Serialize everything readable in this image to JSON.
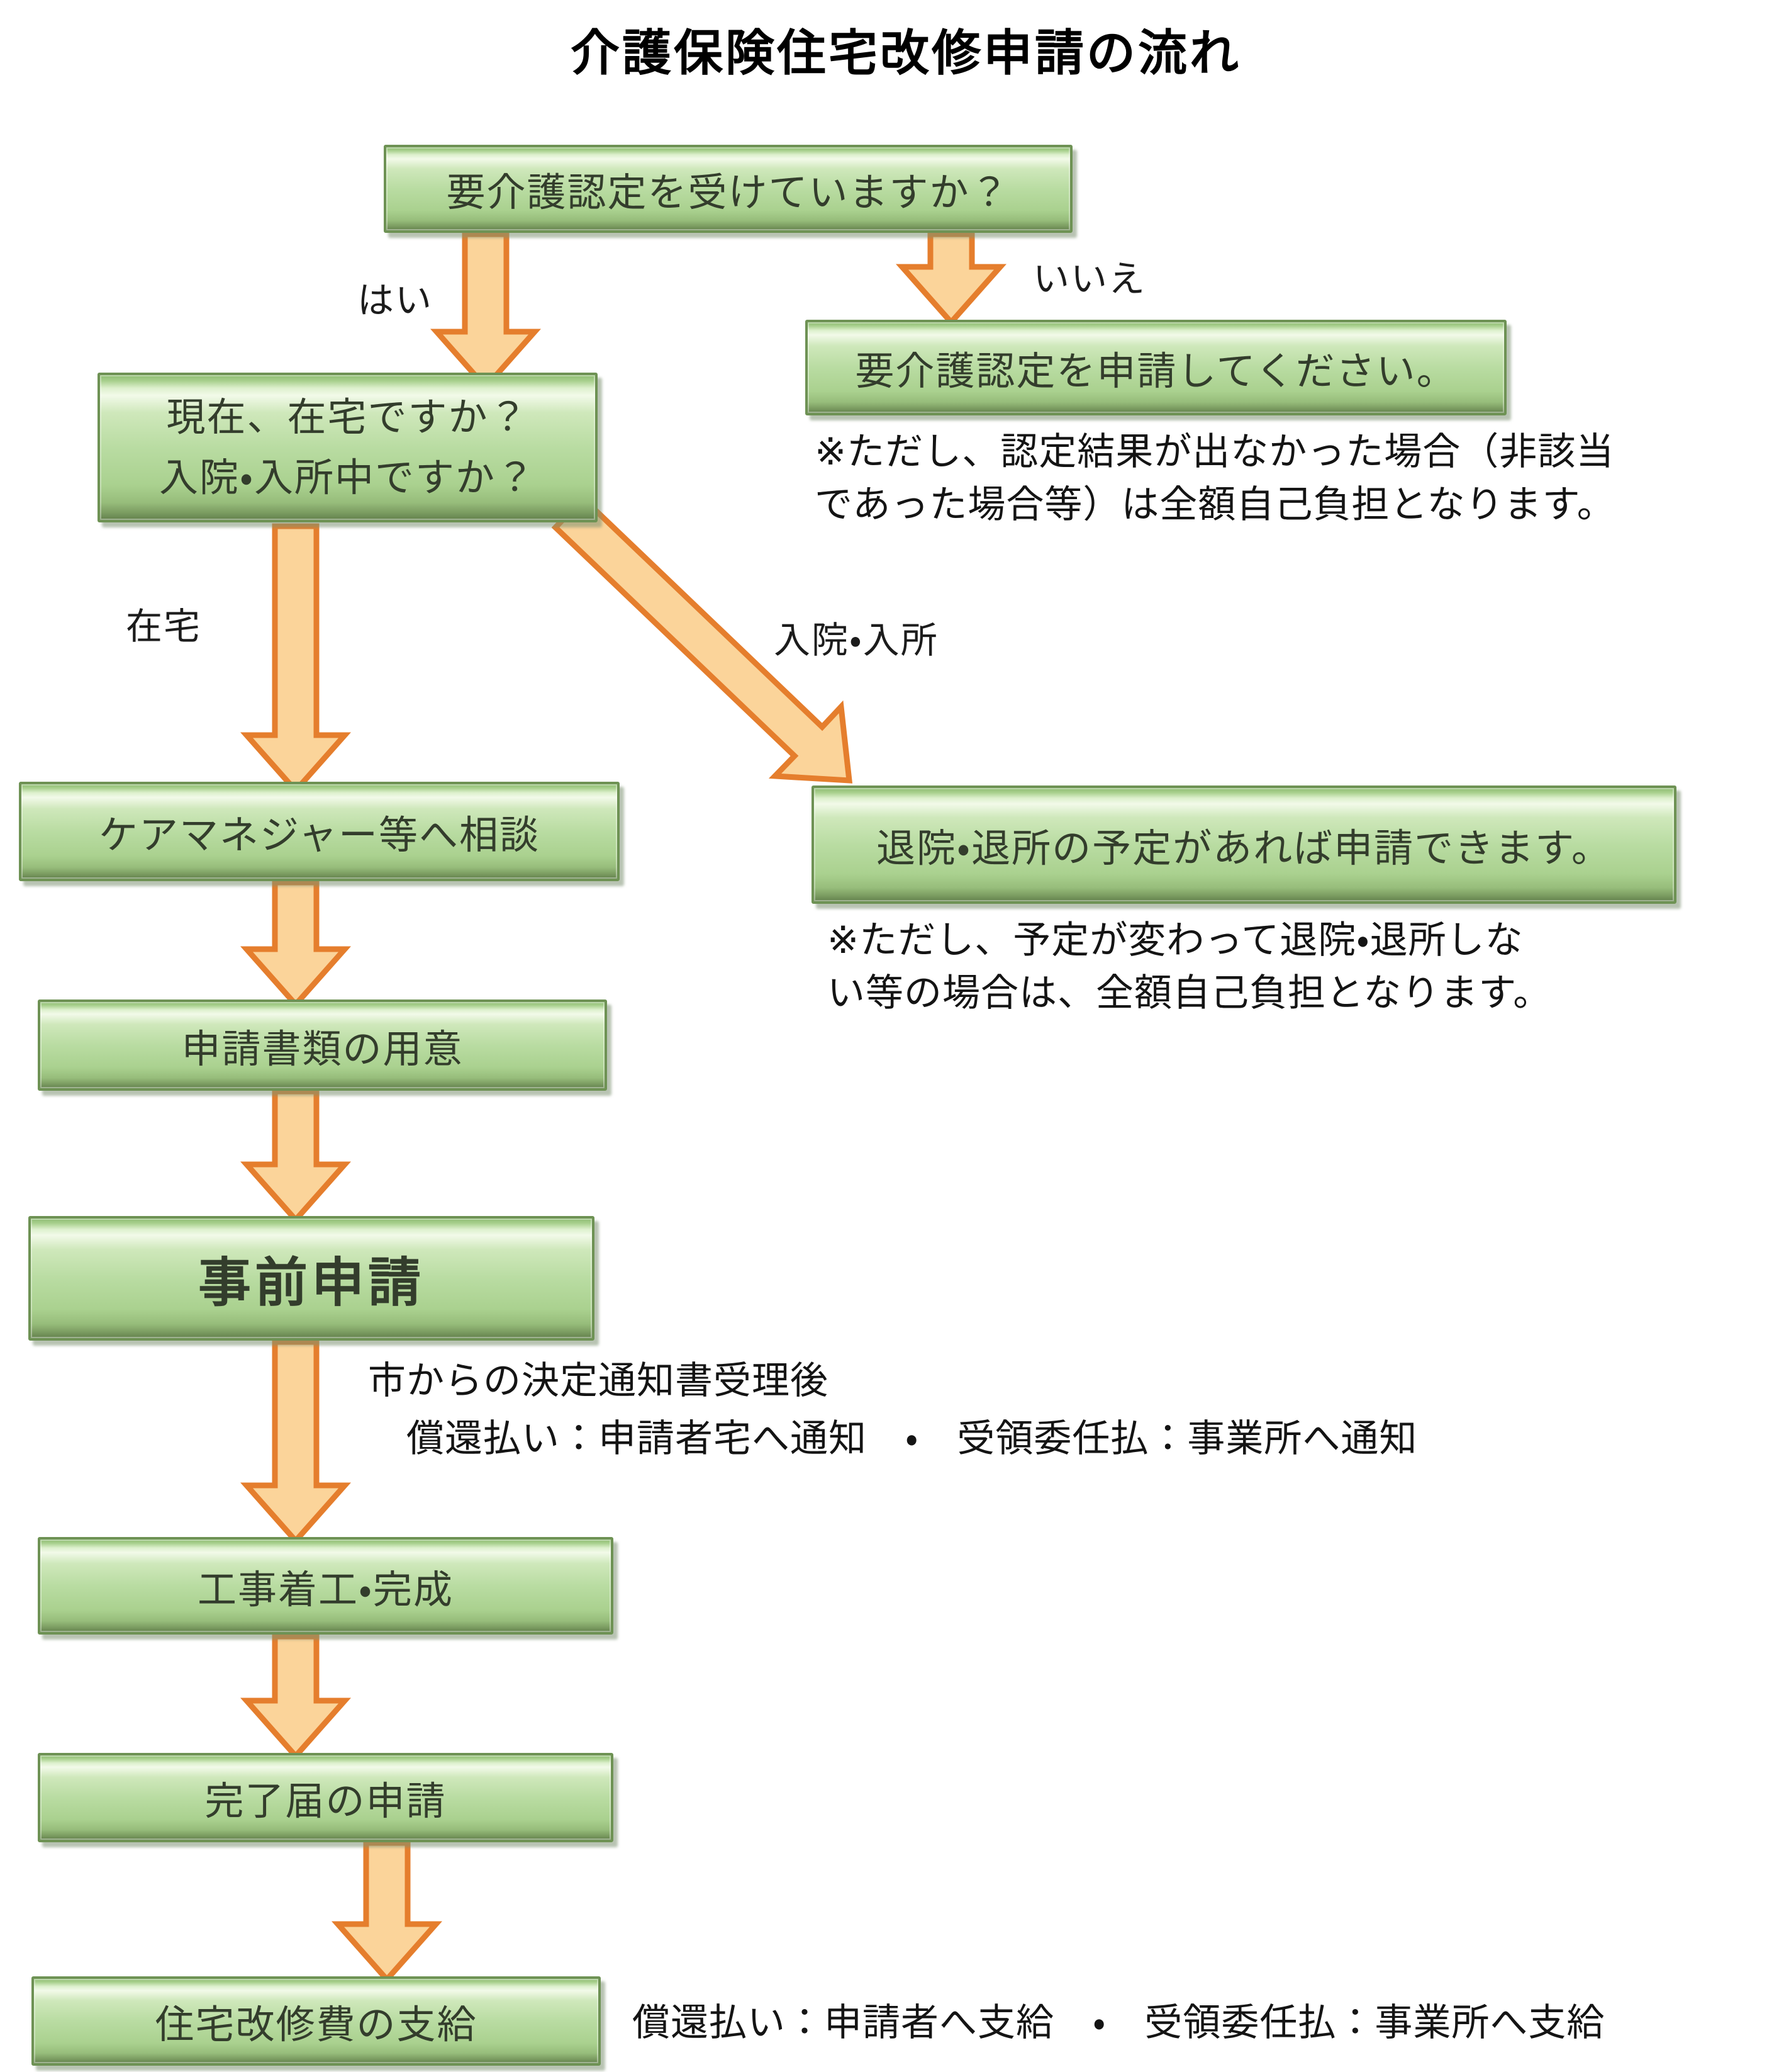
{
  "title": "介護保険住宅改修申請の流れ",
  "colors": {
    "box_fill": "#b9dca2",
    "box_border": "#6e9254",
    "arrow_fill": "#fbd49a",
    "arrow_stroke": "#e57e2d",
    "text": "#1c1c1c"
  },
  "flow": {
    "q_certified": "要介護認定を受けていますか？",
    "label_yes": "はい",
    "label_no": "いいえ",
    "apply_certification": "要介護認定を申請してください。",
    "apply_certification_note": "※ただし、認定結果が出なかった場合（非該当\nであった場合等）は全額自己負担となります。",
    "q_at_home": "現在、在宅ですか？\n入院・入所中ですか？",
    "label_at_home": "在宅",
    "label_hospitalized": "入院・入所",
    "consult": "ケアマネジャー等へ相談",
    "discharge_plan": "退院・退所の予定があれば申請できます。",
    "discharge_plan_note": "※ただし、予定が変わって退院・退所しな\nい等の場合は、全額自己負担となります。",
    "prepare_documents": "申請書類の用意",
    "pre_application": "事前申請",
    "decision_note": "市からの決定通知書受理後\n　償還払い：申請者宅へ通知　・　受領委任払：事業所へ通知",
    "construction": "工事着工・完成",
    "completion_report": "完了届の申請",
    "payment": "住宅改修費の支給",
    "payment_note": "償還払い：申請者へ支給　・　受領委任払：事業所へ支給"
  }
}
